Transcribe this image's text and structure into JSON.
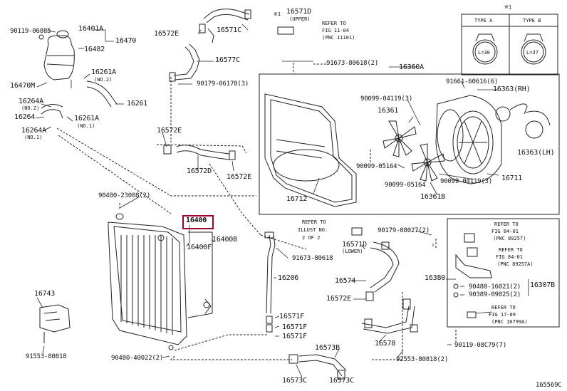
{
  "diagram_code": "165569C",
  "highlighted_part": "16400",
  "labels": {
    "p90119_06885": "90119-06885",
    "p16401A": "16401A",
    "p16470": "16470",
    "p16482": "16482",
    "p16470M": "16470M",
    "p16261A_top": "16261A",
    "p16261A_top_no": "(NO.2)",
    "p16264A_1": "16264A",
    "p16264A_1_no": "(NO.2)",
    "p16264": "16264",
    "p16261A_bot": "16261A",
    "p16261A_bot_no": "(NO.1)",
    "p16264A_2": "16264A",
    "p16264A_2_no": "(NO.1)",
    "p16261": "16261",
    "p16572E_a": "16572E",
    "p16571C": "16571C",
    "p16577C": "16577C",
    "p90179_06178": "90179-06178(3)",
    "p16571D_top": "16571D",
    "p16571D_top_sub": "(UPPER)",
    "refer_11_04_a": "REFER TO",
    "refer_11_04_b": "FIG 11-04",
    "refer_11_04_c": "(PNC 11101)",
    "p91673_80618_2": "91673-80618(2)",
    "p16360A": "16360A",
    "p91661_60616": "91661-60616(6)",
    "p16363RH": "16363(RH)",
    "p90099_04119_3": "90099-04119(3)",
    "p16361": "16361",
    "p90099_05164_a": "90099-05164",
    "p90099_05164_b": "90099-05164",
    "p90099_04119_b": "90099-04119(3)",
    "p16361B": "16361B",
    "p16363LH": "16363(LH)",
    "p16711": "16711",
    "p16712": "16712",
    "p16572E_b": "16572E",
    "p16572D": "16572D",
    "p16572E_c": "16572E",
    "p90480_23008": "90480-23008(2)",
    "p16400": "16400",
    "p16400B": "16400B",
    "p16400F": "16400F",
    "refer_illust_a": "REFER TO",
    "refer_illust_b": "ILLUST NO.",
    "refer_illust_c": "2 OF 2",
    "p91673_80618": "91673-80618",
    "p16571D_low": "16571D",
    "p16571D_low_sub": "(LOWER)",
    "p90179_08027": "90179-08027(2)",
    "p16206": "16206",
    "p16574": "16574",
    "p16572E_d": "16572E",
    "p16571F_1": "16571F",
    "p16571F_2": "16571F",
    "p16571F_3": "16571F",
    "p16743": "16743",
    "p91553_80818_a": "91553-80818",
    "p90480_40022": "90480-40022(2)",
    "p16573B": "16573B",
    "p16578": "16578",
    "p92553_80818": "92553-80818(2)",
    "p16573C_1": "16573C",
    "p16573C_2": "16573C",
    "p16380": "16380",
    "refer_84_01a_a": "REFER TO",
    "refer_84_01a_b": "FIG 84-01",
    "refer_84_01a_c": "(PNC 89257)",
    "refer_84_01b_a": "REFER TO",
    "refer_84_01b_b": "FIG 84-01",
    "refer_84_01b_c": "(PNC 89257A)",
    "p90480_16021": "90480-16021(2)",
    "p90389_09025": "90389-09025(2)",
    "p16307B": "16307B",
    "refer_17_09_a": "REFER TO",
    "refer_17_09_b": "FIG 17-09",
    "refer_17_09_c": "(PNC 16799A)",
    "p90119_08c79": "90119-08C79(7)",
    "note_star1": "※1",
    "note_star1_top": "※1",
    "typeA": "TYPE A",
    "typeB": "TYPE B",
    "typeA_dim": "L=30",
    "typeB_dim": "L=37"
  }
}
